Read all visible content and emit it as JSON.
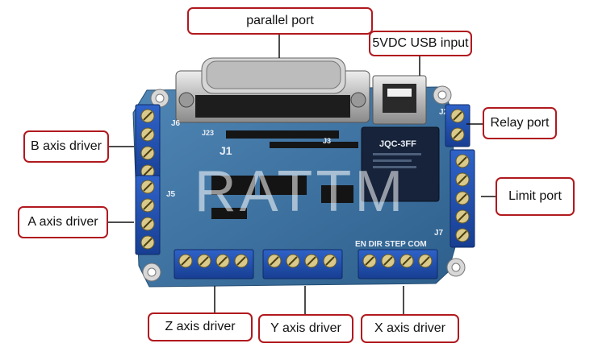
{
  "labels": {
    "parallel_port": "parallel port",
    "usb_input": "5VDC USB input",
    "relay_port": "Relay port",
    "limit_port": "Limit port",
    "b_axis": "B axis driver",
    "a_axis": "A axis driver",
    "z_axis": "Z axis driver",
    "y_axis": "Y axis driver",
    "x_axis": "X axis driver"
  },
  "board_marks": {
    "watermark": "RATTM",
    "relay_model": "JQC-3FF",
    "connector_j1": "J1",
    "connector_j2": "J2",
    "connector_j3": "J3",
    "connector_j5": "J5",
    "connector_j6": "J6",
    "connector_j7": "J7",
    "connector_j23": "J23",
    "x_header": "EN DIR STEP COM"
  },
  "colors": {
    "callout_border": "#b0191e",
    "pcb": "#3f78a8",
    "terminal": "#1f4fb4"
  }
}
